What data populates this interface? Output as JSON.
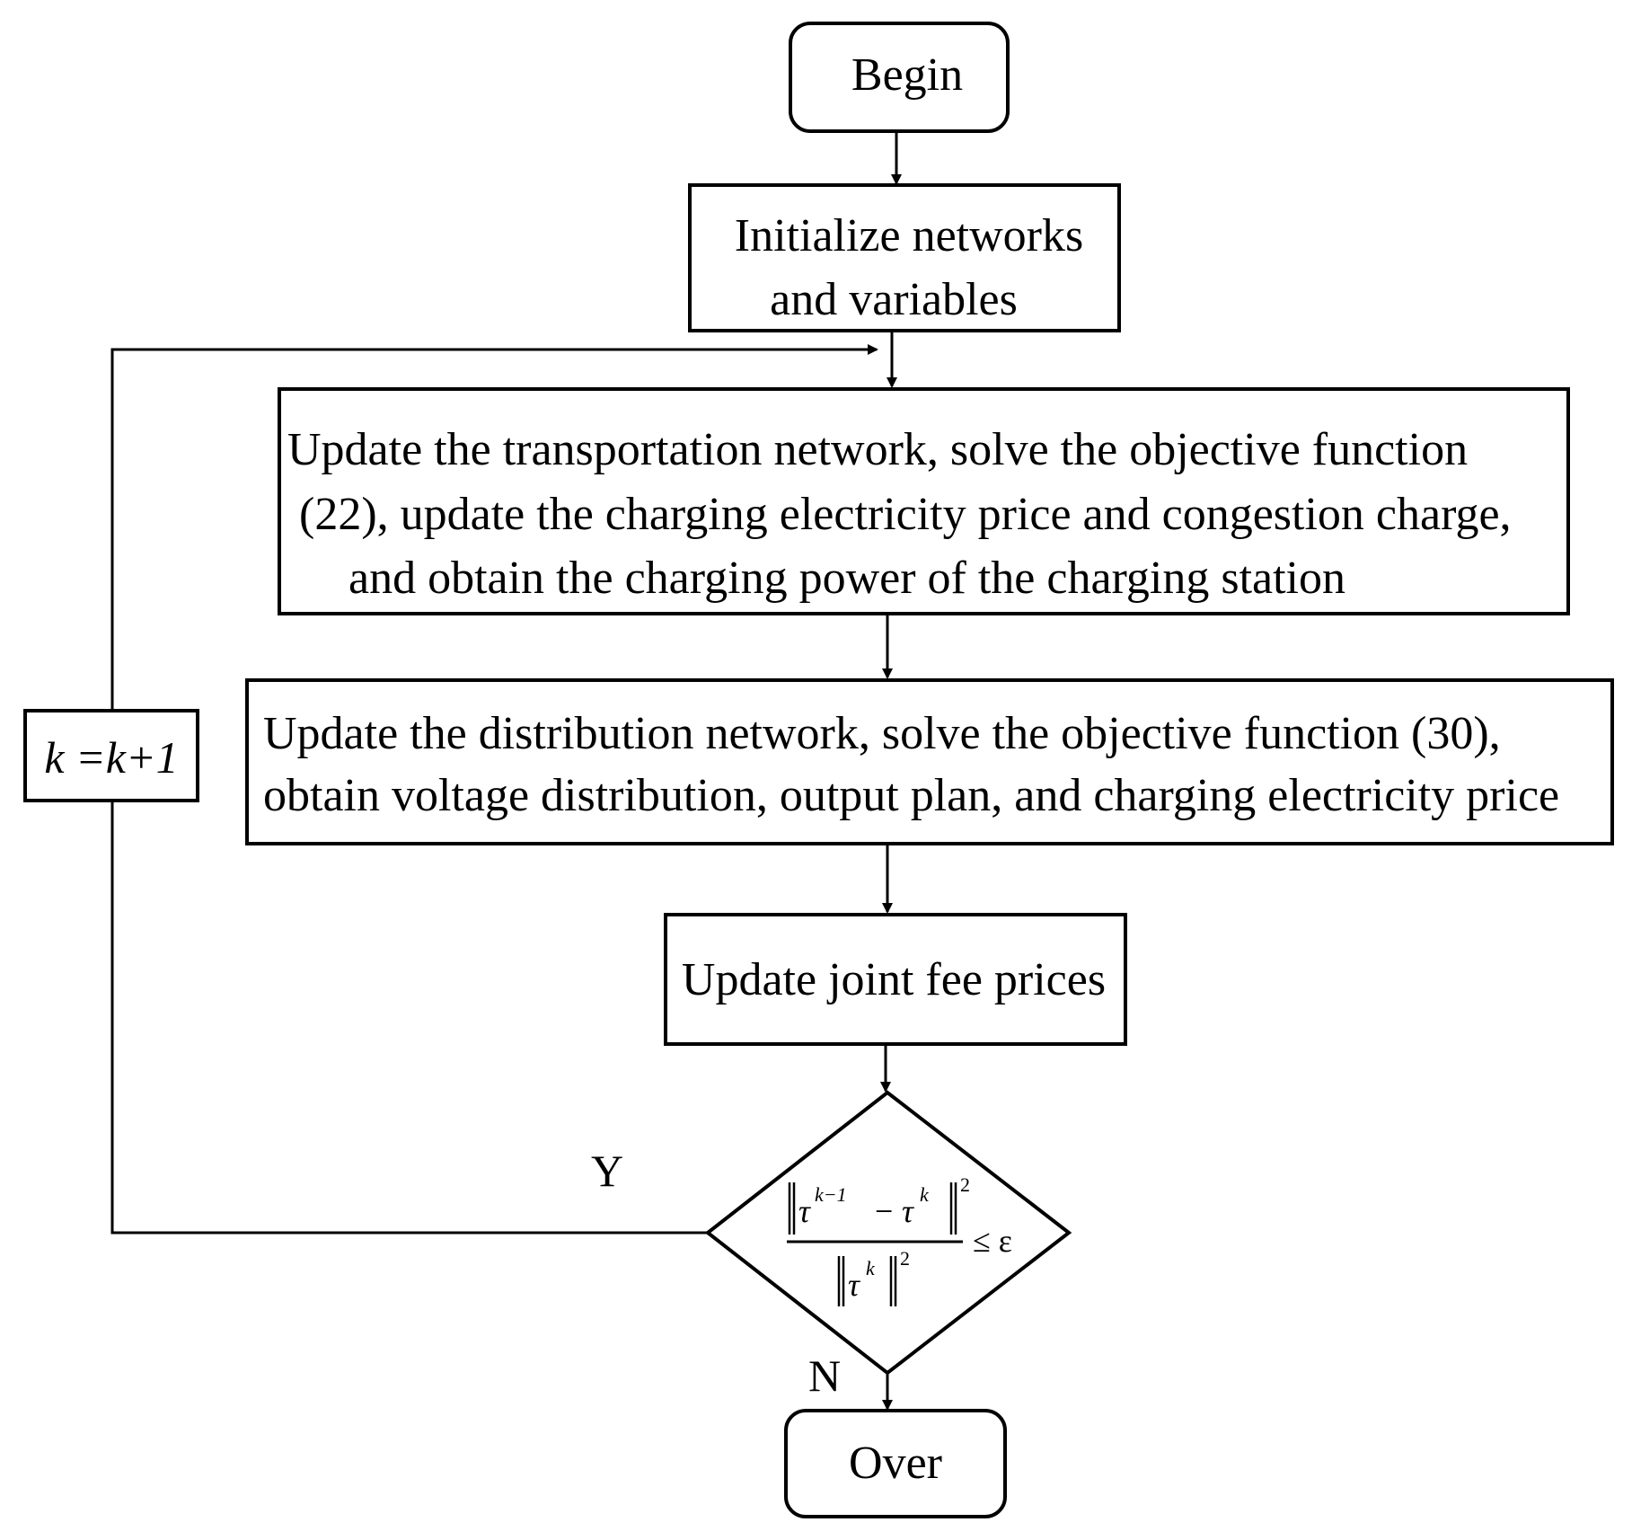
{
  "nodes": {
    "begin": "Begin",
    "init": [
      "Initialize networks",
      "and variables"
    ],
    "transport": [
      "Update the transportation network, solve the objective function",
      "(22), update the charging electricity price and congestion charge,",
      "and obtain the charging power of the charging station"
    ],
    "distribution": [
      "Update the distribution network, solve the objective function (30),",
      "obtain voltage distribution, output plan, and charging electricity price"
    ],
    "joint": "Update joint fee prices",
    "over": "Over"
  },
  "decision": {
    "numerator_a": "τ",
    "numerator_a_sup": "k−1",
    "minus": "−",
    "numerator_b": "τ",
    "numerator_b_sup": "k",
    "numerator_power": "2",
    "denominator": "τ",
    "denominator_sup": "k",
    "denominator_power": "2",
    "comparison": "≤ ε",
    "yes_label": "Y",
    "no_label": "N"
  },
  "loop": {
    "counter": "k =k+1"
  }
}
